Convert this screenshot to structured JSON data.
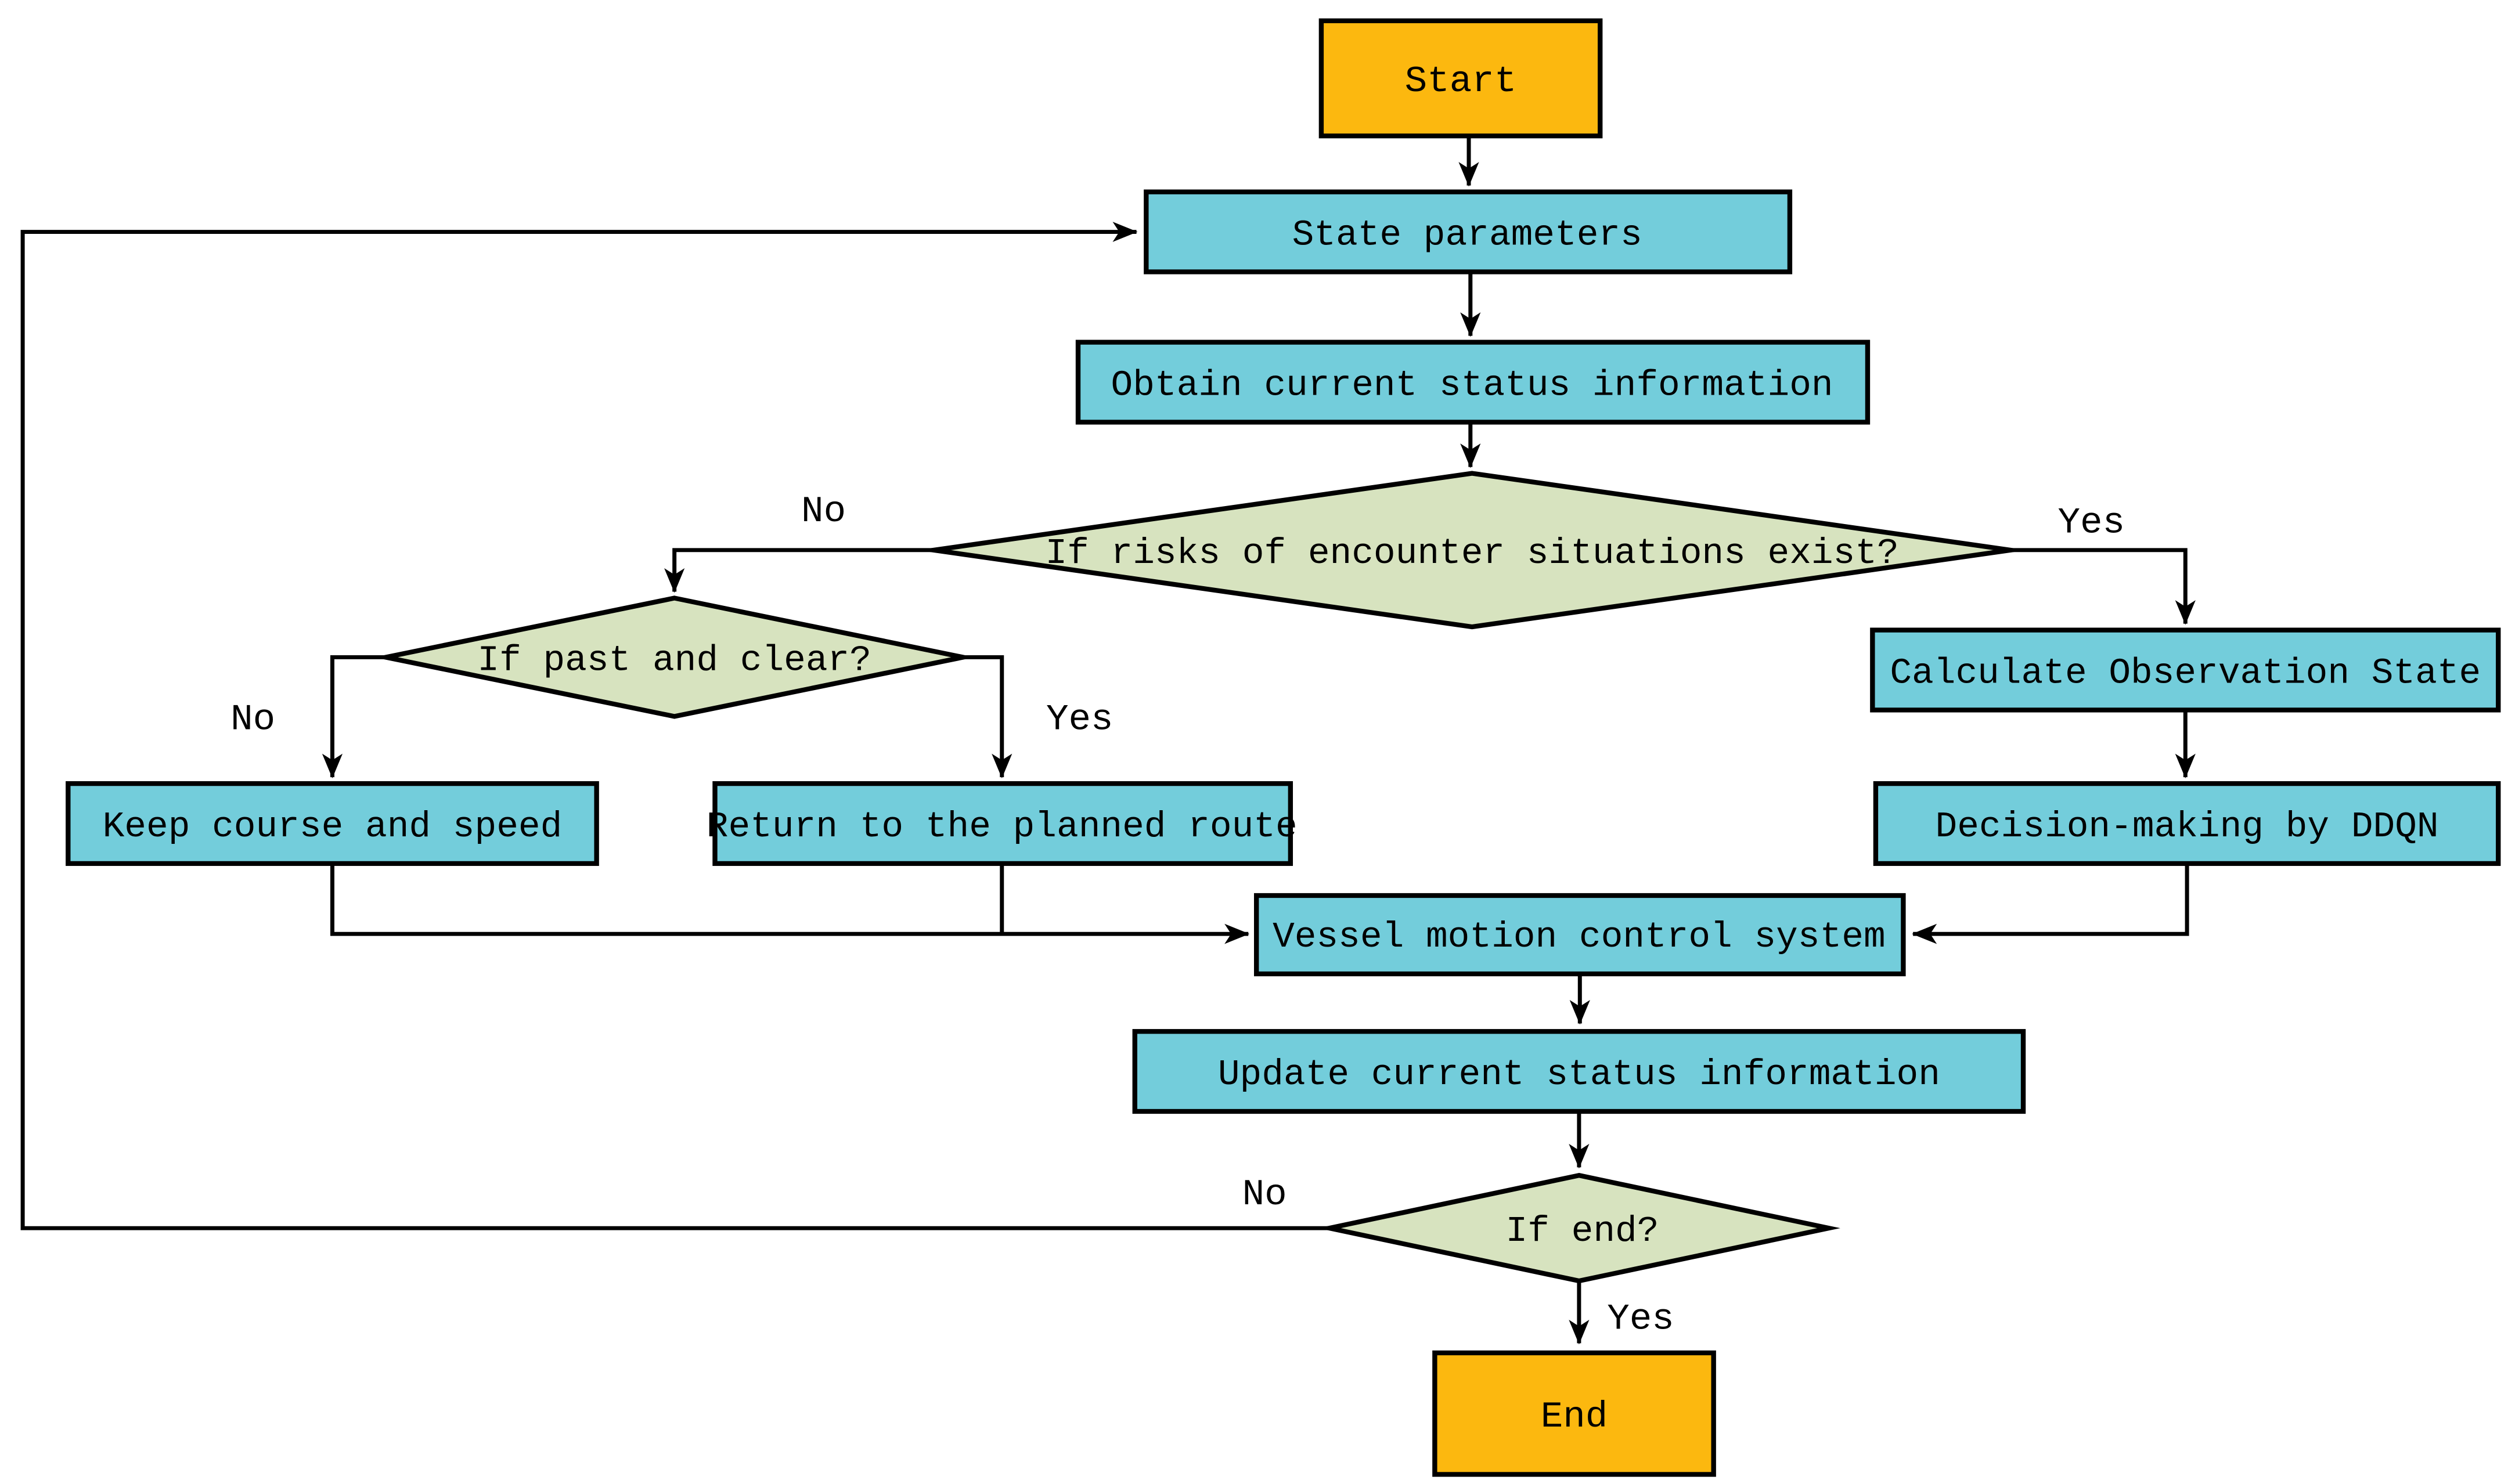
{
  "colors": {
    "terminator_fill": "#fcb80f",
    "process_fill": "#73cddb",
    "decision_fill": "#d7e3bf",
    "border": "#000000",
    "arrow": "#000000",
    "background": "#ffffff"
  },
  "nodes": {
    "start": {
      "label": "Start",
      "type": "terminator"
    },
    "state_parameters": {
      "label": "State parameters",
      "type": "process"
    },
    "obtain_status": {
      "label": "Obtain current status information",
      "type": "process"
    },
    "risk_decision": {
      "label": "If risks of encounter situations exist?",
      "type": "decision"
    },
    "past_clear_decision": {
      "label": "If past and clear?",
      "type": "decision"
    },
    "keep_course": {
      "label": "Keep course and speed",
      "type": "process"
    },
    "return_route": {
      "label": "Return to the planned route",
      "type": "process"
    },
    "calc_observation": {
      "label": "Calculate Observation State",
      "type": "process"
    },
    "ddqn_decision": {
      "label": "Decision-making by DDQN",
      "type": "process"
    },
    "vessel_control": {
      "label": "Vessel motion control system",
      "type": "process"
    },
    "update_status": {
      "label": "Update current status information",
      "type": "process"
    },
    "end_decision": {
      "label": "If end?",
      "type": "decision"
    },
    "end": {
      "label": "End",
      "type": "terminator"
    }
  },
  "edge_labels": {
    "risk_no": "No",
    "risk_yes": "Yes",
    "past_no": "No",
    "past_yes": "Yes",
    "end_no": "No",
    "end_yes": "Yes"
  }
}
